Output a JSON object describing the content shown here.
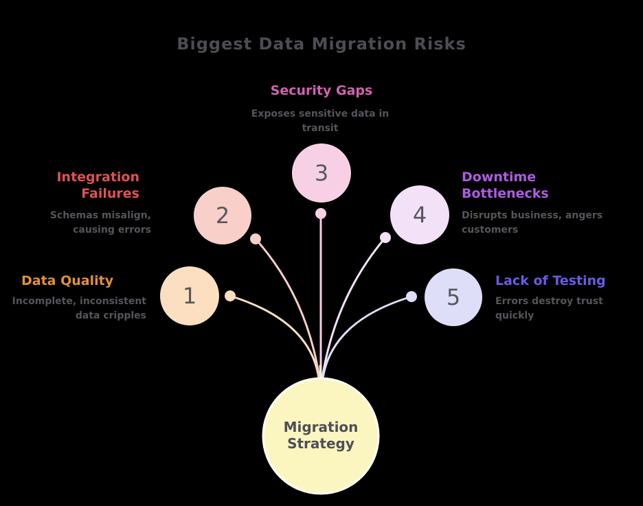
{
  "title": "Biggest Data Migration Risks",
  "colors": {
    "background": "#000000",
    "title": "#4c4c53",
    "description": "#55555b",
    "number": "#55585c"
  },
  "center": {
    "label_lines": [
      "Migration",
      "Strategy"
    ],
    "fill": "#fbf6c0",
    "border_color": "#fffef5",
    "text_color": "#4f4f57",
    "edge_tail_color": "#fbf3d0"
  },
  "nodes": [
    {
      "number": "1",
      "title_lines": [
        "Data Quality"
      ],
      "desc_lines": [
        "Incomplete, inconsistent",
        "data cripples"
      ],
      "title_color": "#e2913a",
      "fill": "#fbdfc0"
    },
    {
      "number": "2",
      "title_lines": [
        "Integration",
        "Failures"
      ],
      "desc_lines": [
        "Schemas misalign,",
        "causing errors"
      ],
      "title_color": "#e05252",
      "fill": "#f9cfca"
    },
    {
      "number": "3",
      "title_lines": [
        "Security Gaps"
      ],
      "desc_lines": [
        "Exposes sensitive data in",
        "transit"
      ],
      "title_color": "#d263b2",
      "fill": "#f8d0e6"
    },
    {
      "number": "4",
      "title_lines": [
        "Downtime",
        "Bottlenecks"
      ],
      "desc_lines": [
        "Disrupts business, angers",
        "customers"
      ],
      "title_color": "#ae5ce4",
      "fill": "#f3e1f8"
    },
    {
      "number": "5",
      "title_lines": [
        "Lack of Testing"
      ],
      "desc_lines": [
        "Errors destroy trust",
        "quickly"
      ],
      "title_color": "#6a5ae6",
      "fill": "#dedef8"
    }
  ]
}
